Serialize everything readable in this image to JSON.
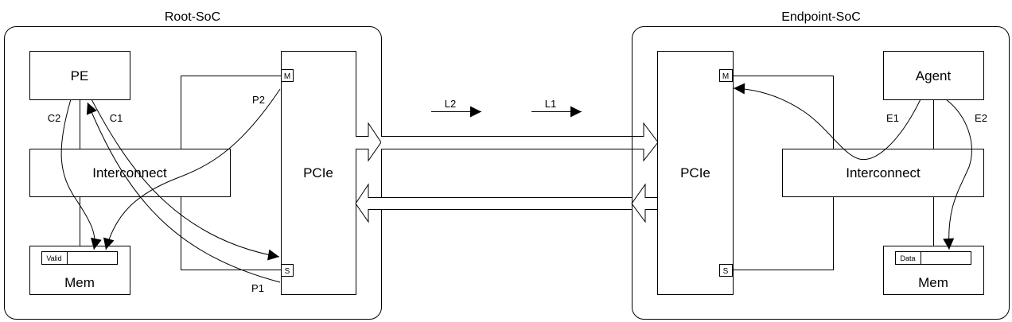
{
  "root_soc": {
    "title": "Root-SoC",
    "pe": "PE",
    "interconnect": "Interconnect",
    "mem": "Mem",
    "mem_field": "Valid",
    "pcie": "PCIe",
    "port_master": "M",
    "port_slave": "S",
    "flows": {
      "c1": "C1",
      "c2": "C2",
      "p1": "P1",
      "p2": "P2"
    }
  },
  "endpoint_soc": {
    "title": "Endpoint-SoC",
    "agent": "Agent",
    "interconnect": "Interconnect",
    "mem": "Mem",
    "mem_field": "Data",
    "pcie": "PCIe",
    "port_master": "M",
    "port_slave": "S",
    "flows": {
      "e1": "E1",
      "e2": "E2"
    }
  },
  "link": {
    "l1": "L1",
    "l2": "L2"
  }
}
